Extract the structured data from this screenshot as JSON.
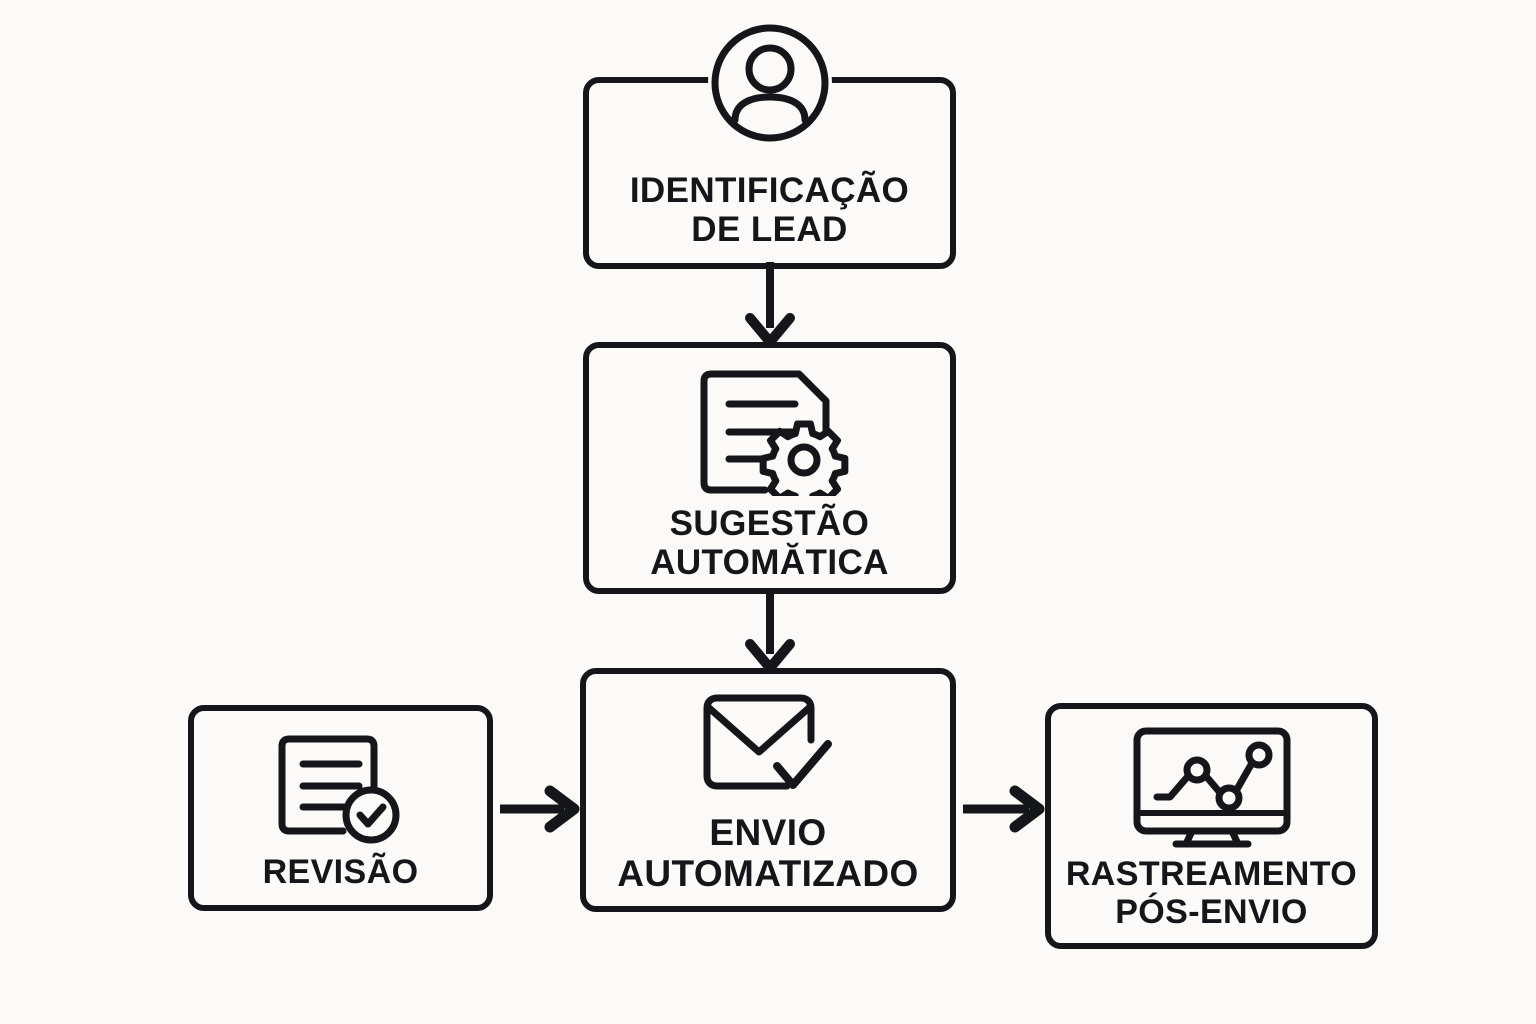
{
  "diagram": {
    "type": "flowchart",
    "title": "",
    "background_color": "#fbfaf8",
    "stroke_color": "#14161a",
    "nodes": [
      {
        "id": "lead",
        "label": "IDENTIFICAÇÃO\nDE LEAD",
        "icon": "person-circle-icon",
        "order": 1
      },
      {
        "id": "suggest",
        "label": "SUGESTÃO\nAUTOMĂTICA",
        "icon": "document-gear-icon",
        "order": 2
      },
      {
        "id": "send",
        "label": "ENVIO\nAUTOMATIZADO",
        "icon": "envelope-check-icon",
        "order": 3
      },
      {
        "id": "review",
        "label": "REVISÃO",
        "icon": "document-check-icon",
        "order": 4
      },
      {
        "id": "track",
        "label": "RASTREAMENTO\nPÓS-ENVIO",
        "icon": "monitor-chart-icon",
        "order": 5
      }
    ],
    "edges": [
      {
        "id": "lead-suggest",
        "from": "lead",
        "to": "suggest",
        "direction": "down",
        "label": ""
      },
      {
        "id": "suggest-send",
        "from": "suggest",
        "to": "send",
        "direction": "down",
        "label": ""
      },
      {
        "id": "review-send",
        "from": "review",
        "to": "send",
        "direction": "right",
        "label": ""
      },
      {
        "id": "send-track",
        "from": "send",
        "to": "track",
        "direction": "right",
        "label": ""
      }
    ]
  }
}
